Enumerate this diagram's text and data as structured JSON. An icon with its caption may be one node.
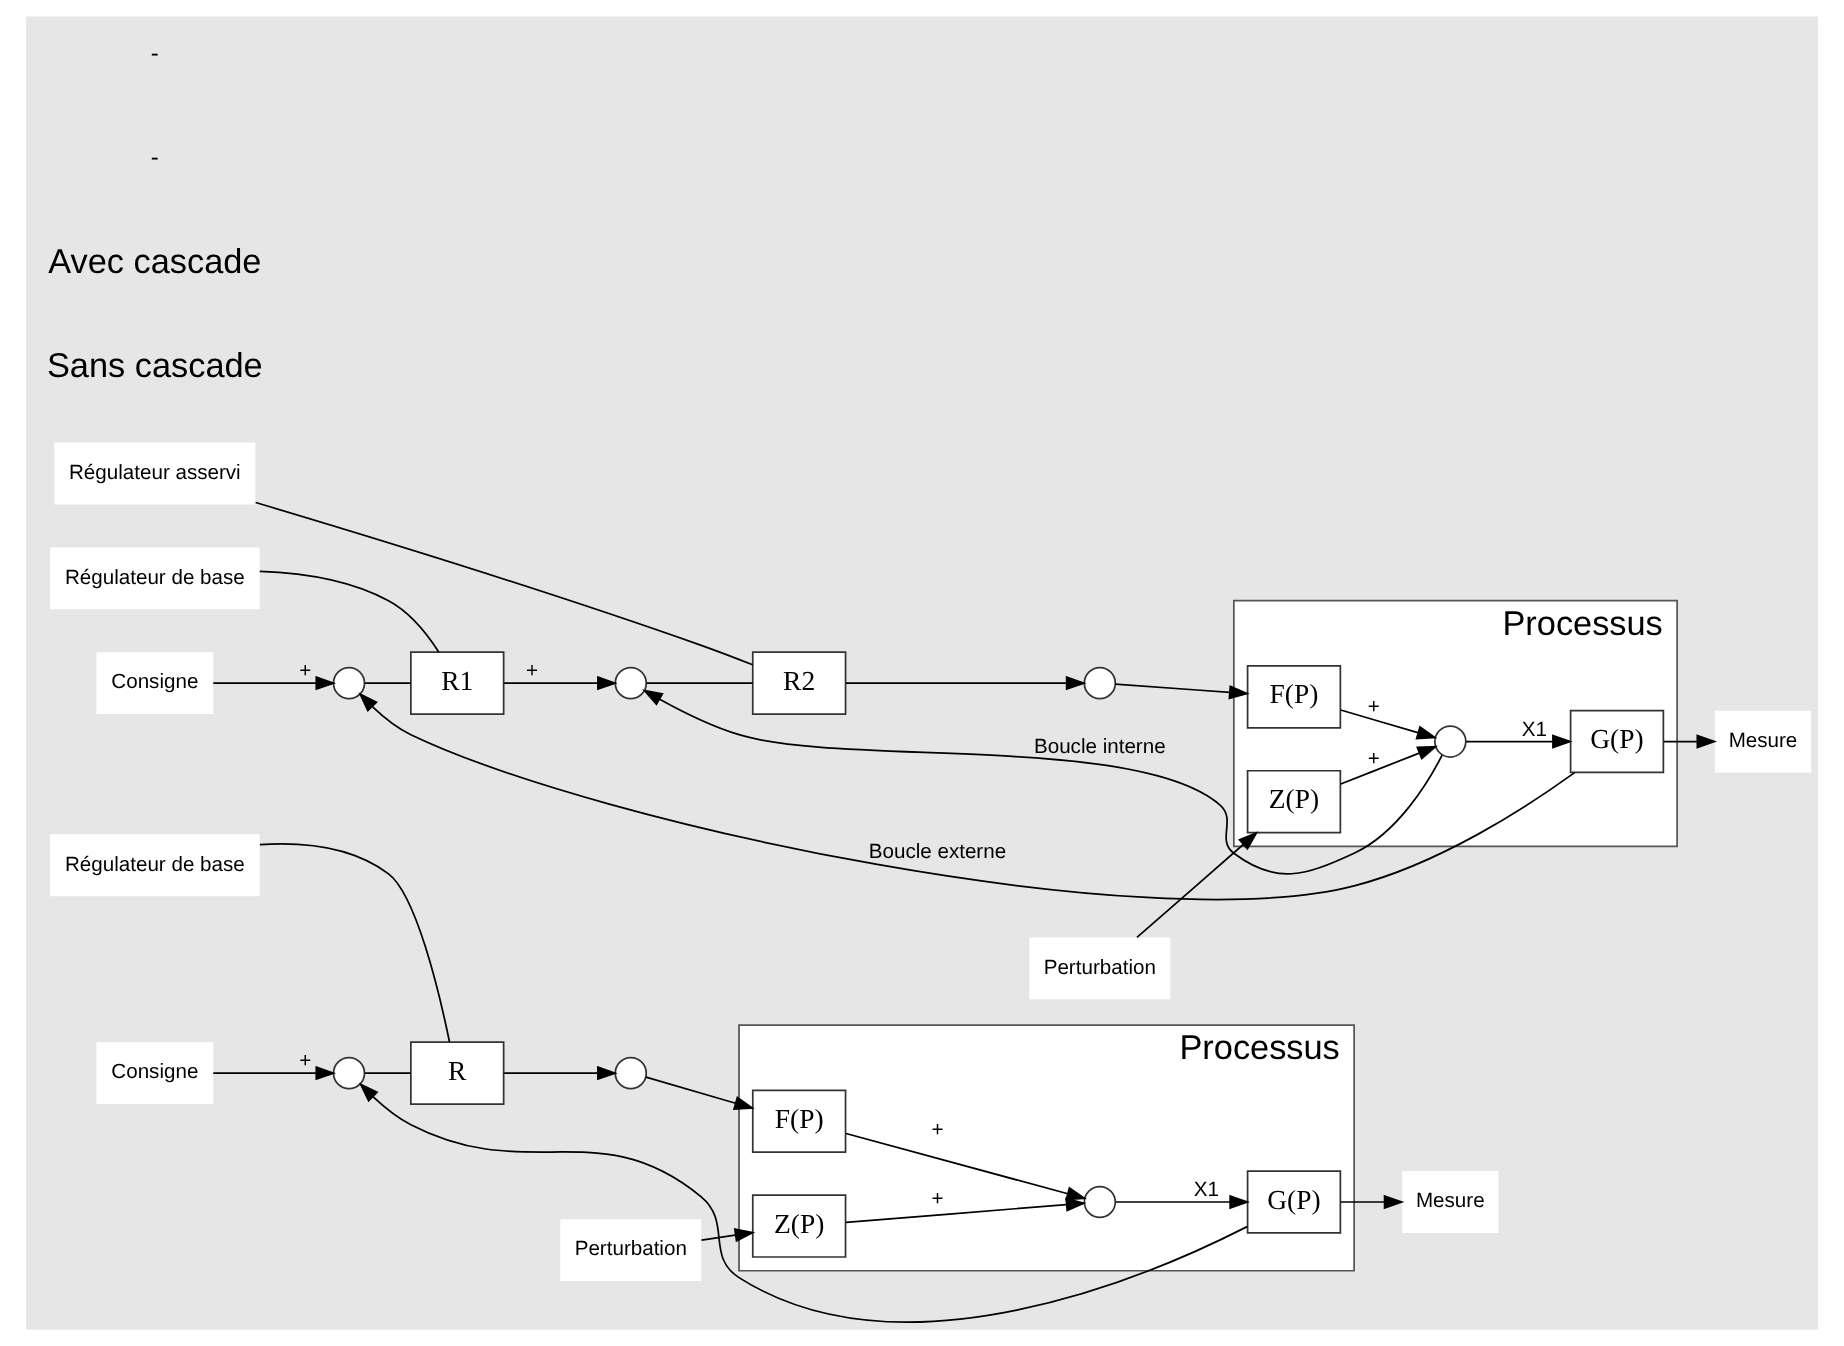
{
  "diagram": {
    "nodes": [
      {
        "text": [
          "Processus"
        ]
      },
      {
        "text": [
          "Consigne"
        ]
      },
      {
        "text": [],
        "shape": "circle"
      },
      {
        "text": [
          "R"
        ]
      },
      {
        "text": [
          "Régulateur de base"
        ]
      },
      {
        "text": [],
        "shape": "circle"
      },
      {
        "text": [
          "Perturbation"
        ]
      },
      {
        "text": [
          "Z(P)"
        ],
        "in": 0
      },
      {
        "text": [
          "F(P)"
        ],
        "in": 0
      },
      {
        "text": [],
        "shape": "circle",
        "in": 0
      },
      {
        "text": [
          "G(P)"
        ],
        "in": 0
      },
      {
        "text": [
          "Mesure"
        ]
      },
      {
        "text": [
          "Processus"
        ]
      },
      {
        "text": [
          "Consigne"
        ]
      },
      {
        "text": [],
        "shape": "circle"
      },
      {
        "text": [
          "R1"
        ]
      },
      {
        "text": [
          "Régulateur de base"
        ]
      },
      {
        "text": [],
        "shape": "circle"
      },
      {
        "text": [
          "R2"
        ]
      },
      {
        "text": [
          "Régulateur asservi"
        ]
      },
      {
        "text": [],
        "shape": "circle"
      },
      {
        "text": [
          "Perturbation"
        ]
      },
      {
        "text": [
          "Z(P)"
        ],
        "in": 12
      },
      {
        "text": [
          "F(P)"
        ],
        "in": 12
      },
      {
        "text": [],
        "shape": "circle",
        "in": 12
      },
      {
        "text": [
          "G(P)"
        ],
        "in": 12
      },
      {
        "text": [
          "Mesure"
        ]
      }
    ],
    "edges": [
      {
        "from": 1,
        "to": 2,
        "arrow": "to",
        "label": "+"
      },
      {
        "from": 2,
        "to": 3,
        "arrow": "none"
      },
      {
        "from": 3,
        "to": 5,
        "arrow": "to"
      },
      {
        "from": 5,
        "to": 8,
        "arrow": "to"
      },
      {
        "from": 6,
        "to": 7,
        "arrow": "to"
      },
      {
        "from": 7,
        "to": 9,
        "arrow": "to",
        "label": "+"
      },
      {
        "from": 8,
        "to": 9,
        "arrow": "to",
        "label": "+"
      },
      {
        "from": 9,
        "to": 10,
        "arrow": "to",
        "label": "X1"
      },
      {
        "from": 10,
        "to": 11,
        "arrow": "to"
      },
      {
        "from": 10,
        "to": 2,
        "arrow": "to"
      },
      {
        "from": 4,
        "to": 3,
        "arrow": "none"
      },
      {
        "from": 13,
        "to": 14,
        "arrow": "to",
        "label": "+"
      },
      {
        "from": 14,
        "to": 15,
        "arrow": "none"
      },
      {
        "from": 15,
        "to": 17,
        "arrow": "to",
        "label": "+"
      },
      {
        "from": 17,
        "to": 18,
        "arrow": "none"
      },
      {
        "from": 18,
        "to": 20,
        "arrow": "to"
      },
      {
        "from": 20,
        "to": 23,
        "arrow": "to"
      },
      {
        "from": 21,
        "to": 22,
        "arrow": "to"
      },
      {
        "from": 22,
        "to": 24,
        "arrow": "to",
        "label": "+"
      },
      {
        "from": 23,
        "to": 24,
        "arrow": "to",
        "label": "+"
      },
      {
        "from": 24,
        "to": 25,
        "arrow": "to",
        "label": "X1"
      },
      {
        "from": 25,
        "to": 26,
        "arrow": "to"
      },
      {
        "from": 24,
        "to": 17,
        "arrow": "to",
        "label": "Boucle interne"
      },
      {
        "from": 25,
        "to": 14,
        "arrow": "to",
        "label": "Boucle externe"
      },
      {
        "from": 16,
        "to": 15,
        "arrow": "none"
      },
      {
        "from": 19,
        "to": 18,
        "arrow": "none"
      }
    ],
    "labels": [
      "Sans cascade",
      "Avec cascade",
      "-",
      "-"
    ]
  }
}
